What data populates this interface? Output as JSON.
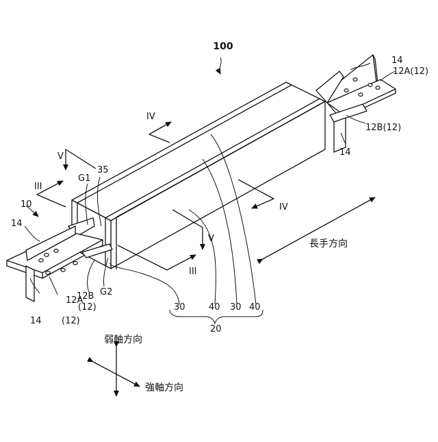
{
  "figure": {
    "assembly_ref": "100",
    "labels": {
      "ref_10": "10",
      "ref_14_top": "14",
      "ref_12A_right": "12A(12)",
      "ref_12B_right": "12B(12)",
      "ref_14_right": "14",
      "ref_14_left": "14",
      "ref_14_bottom": "14",
      "ref_12A_left_1": "12A",
      "ref_12A_left_2": "(12)",
      "ref_12B_left_1": "12B",
      "ref_12B_left_2": "(12)",
      "ref_G1": "G1",
      "ref_G2": "G2",
      "ref_35": "35",
      "ref_30_a": "30",
      "ref_40_a": "40",
      "ref_30_b": "30",
      "ref_40_b": "40",
      "ref_20": "20"
    },
    "sections": {
      "iv_top": "IV",
      "iv_bottom": "IV",
      "iii_left": "III",
      "iii_bottom": "III",
      "v_top": "V",
      "v_bottom": "V"
    },
    "directions": {
      "longitudinal": "長手方向",
      "weak_axis": "弱軸方向",
      "strong_axis": "強軸方向"
    }
  }
}
